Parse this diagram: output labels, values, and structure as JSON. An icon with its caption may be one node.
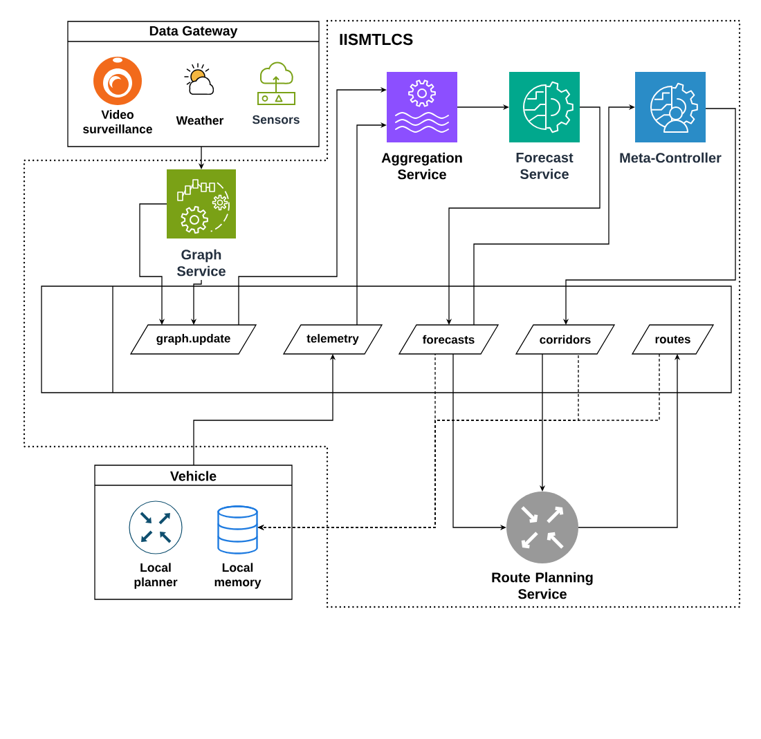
{
  "diagram": {
    "nodes": [
      {
        "text": [
          "Data Gateway"
        ]
      },
      {
        "text": [
          "Video surveillance"
        ],
        "in": 0
      },
      {
        "text": [
          "Weather"
        ],
        "in": 0
      },
      {
        "text": [
          "Sensors"
        ],
        "in": 0
      },
      {
        "text": [
          "IISMTLCS"
        ]
      },
      {
        "text": [
          "Aggregation Service"
        ],
        "in": 4
      },
      {
        "text": [
          "Forecast Service"
        ],
        "in": 4
      },
      {
        "text": [
          "Meta-Controller"
        ],
        "in": 4
      },
      {
        "text": [
          "Graph Service"
        ],
        "in": 4
      },
      {
        "text": [],
        "shape": "box",
        "in": 4
      },
      {
        "text": [
          "graph.update"
        ],
        "in": 9
      },
      {
        "text": [
          "telemetry"
        ],
        "in": 9
      },
      {
        "text": [
          "forecasts"
        ],
        "in": 9
      },
      {
        "text": [
          "corridors"
        ],
        "in": 9
      },
      {
        "text": [
          "routes"
        ],
        "in": 9
      },
      {
        "text": [
          "Vehicle"
        ]
      },
      {
        "text": [
          "Local planner"
        ],
        "in": 15
      },
      {
        "text": [
          "Local memory"
        ],
        "in": 15
      },
      {
        "text": [
          "Route Planning Service"
        ],
        "in": 4
      }
    ],
    "edges": [
      {
        "from": 0,
        "to": 8,
        "arrow": "to"
      },
      {
        "from": 8,
        "to": 10,
        "arrow": "to"
      },
      {
        "from": 8,
        "to": 10,
        "arrow": "to"
      },
      {
        "from": 10,
        "to": 5,
        "arrow": "to"
      },
      {
        "from": 11,
        "to": 5,
        "arrow": "to"
      },
      {
        "from": 5,
        "to": 6,
        "arrow": "to"
      },
      {
        "from": 6,
        "to": 12,
        "arrow": "to"
      },
      {
        "from": 12,
        "to": 7,
        "arrow": "to"
      },
      {
        "from": 7,
        "to": 13,
        "arrow": "to"
      },
      {
        "from": 15,
        "to": 11,
        "arrow": "to"
      },
      {
        "from": 12,
        "to": 18,
        "arrow": "to"
      },
      {
        "from": 13,
        "to": 18,
        "arrow": "to"
      },
      {
        "from": 18,
        "to": 14,
        "arrow": "to"
      },
      {
        "from": 12,
        "to": 17,
        "arrow": "to",
        "style": "dashed"
      },
      {
        "from": 13,
        "to": 17,
        "arrow": "to",
        "style": "dashed"
      },
      {
        "from": 14,
        "to": 17,
        "arrow": "to",
        "style": "dashed"
      }
    ]
  }
}
